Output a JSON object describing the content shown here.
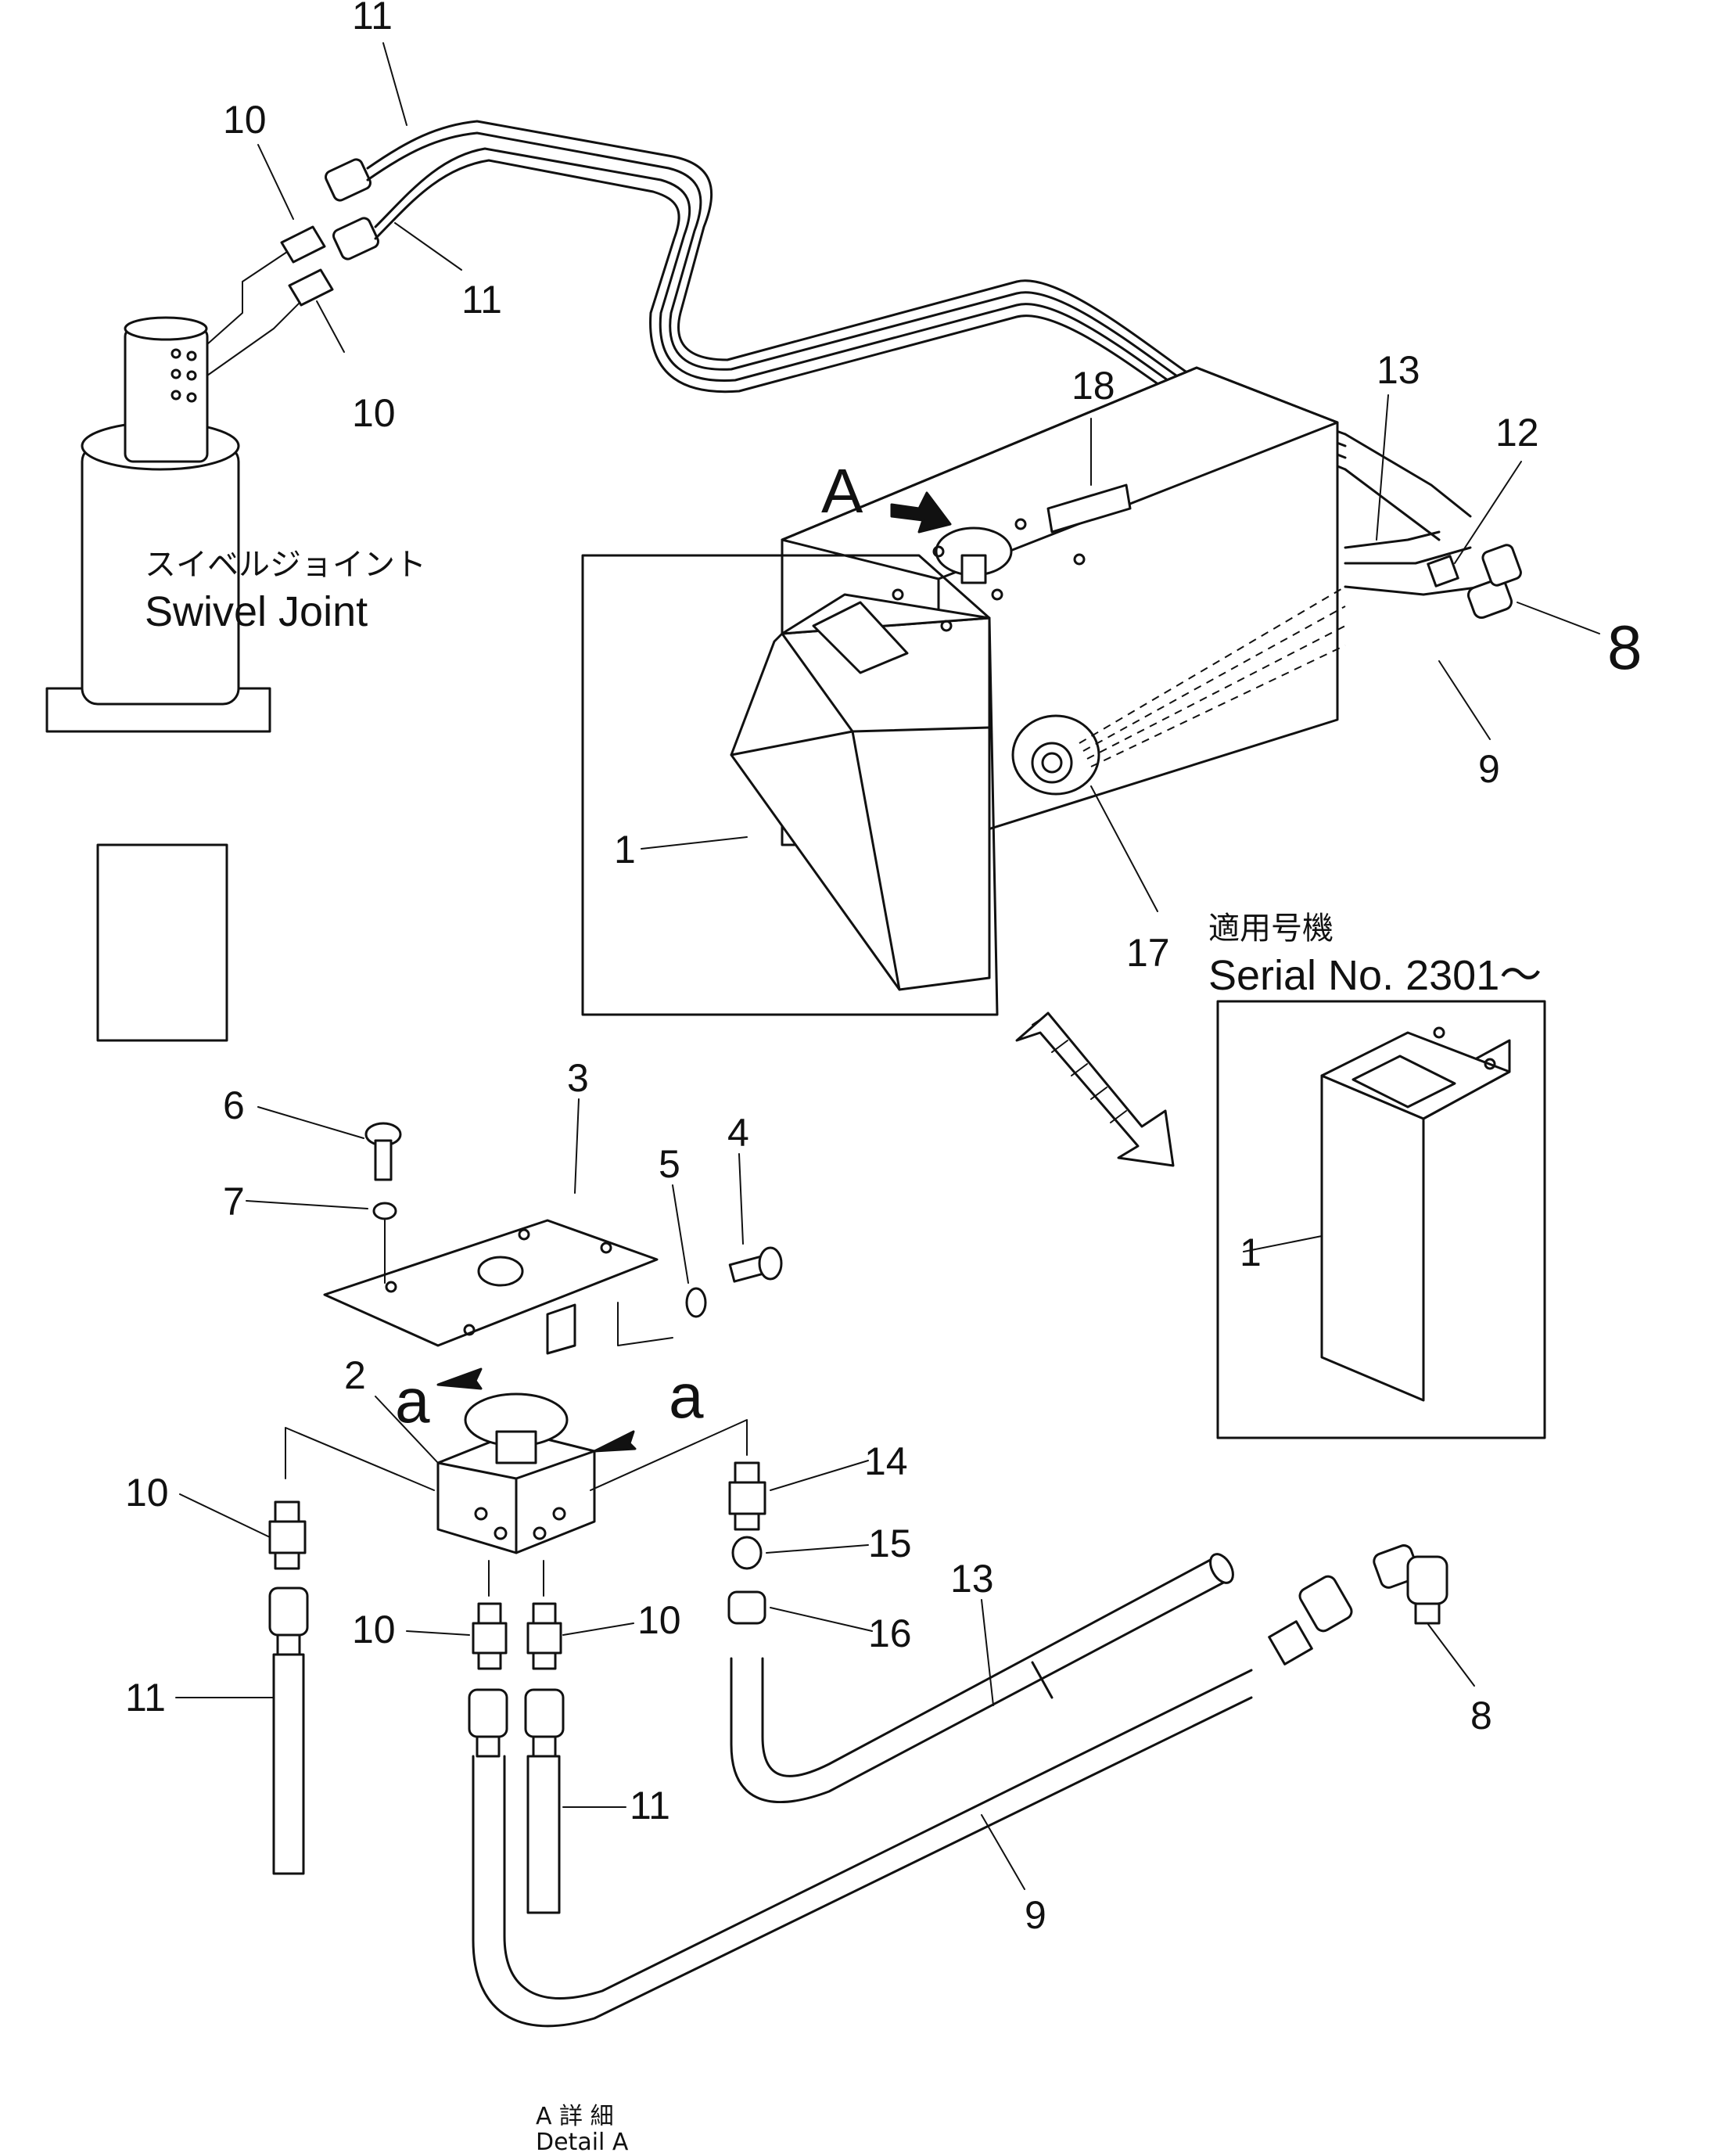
{
  "swivel_joint": {
    "label_jp": "スイベルジョイント",
    "label_en": "Swivel Joint"
  },
  "serial": {
    "label_jp": "適用号機",
    "label_en": "Serial No. 2301～"
  },
  "detail": {
    "label_jp": "A 詳 細",
    "label_en": "Detail A"
  },
  "markers": {
    "view_a": "A",
    "arrow_a": "a"
  },
  "callouts": {
    "c11_top": "11",
    "c10_top": "10",
    "c11_mid": "11",
    "c10_mid": "10",
    "c18": "18",
    "c13_top": "13",
    "c12": "12",
    "c8_big": "8",
    "c9_top": "9",
    "c1_main": "1",
    "c17": "17",
    "c1_inset": "1",
    "c3": "3",
    "c6": "6",
    "c7": "7",
    "c5": "5",
    "c4": "4",
    "c2": "2",
    "c10_left": "10",
    "c14": "14",
    "c15": "15",
    "c16": "16",
    "c13_bot": "13",
    "c10_b1": "10",
    "c10_b2": "10",
    "c11_left": "11",
    "c11_bot": "11",
    "c8_bot": "8",
    "c9_bot": "9"
  }
}
